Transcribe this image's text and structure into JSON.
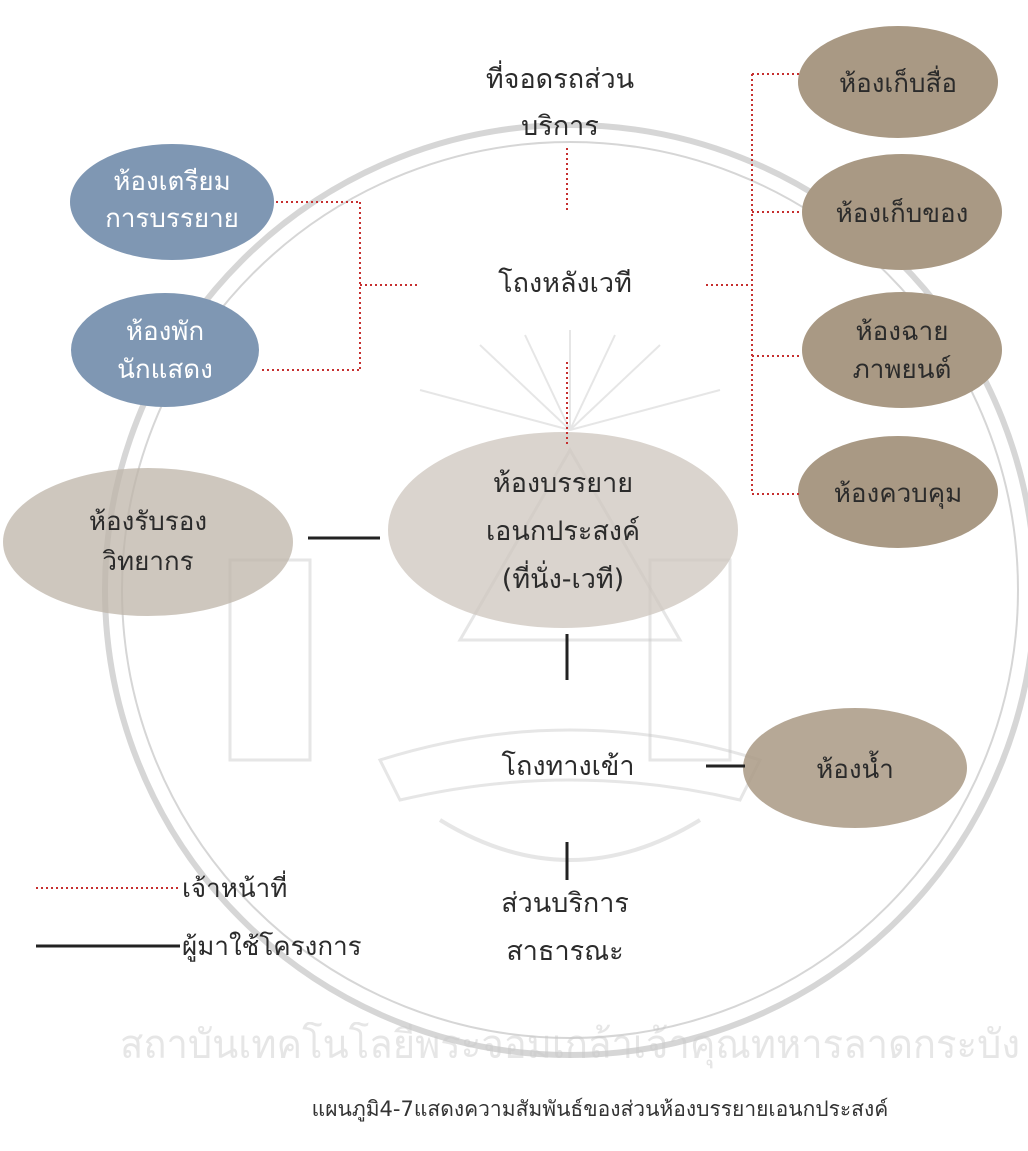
{
  "colors": {
    "blue_oval": "#7f97b3",
    "brown_oval": "#a99984",
    "grey_oval": "#bdb4a8",
    "center_oval": "#cdc6bd",
    "staff_line": "#c62f2f",
    "user_line": "#222222",
    "watermark": "#b5b5b5"
  },
  "nodes": {
    "parking": [
      "ที่จอดรถส่วน",
      "บริการ"
    ],
    "backstage": "โถงหลังเวที",
    "prep_room": [
      "ห้องเตรียม",
      "การบรรยาย"
    ],
    "performer_room": [
      "ห้องพัก",
      "นักแสดง"
    ],
    "media_storage": "ห้องเก็บสื่อ",
    "storage": "ห้องเก็บของ",
    "projection_room": [
      "ห้องฉาย",
      "ภาพยนต์"
    ],
    "control_room": "ห้องควบคุม",
    "speaker_lounge": [
      "ห้องรับรอง",
      "วิทยากร"
    ],
    "main_hall": [
      "ห้องบรรยาย",
      "เอนกประสงค์",
      "(ที่นั่ง-เวที)"
    ],
    "entrance_hall": "โถงทางเข้า",
    "restroom": "ห้องน้ำ",
    "public_service": [
      "ส่วนบริการ",
      "สาธารณะ"
    ]
  },
  "legend": {
    "staff": "เจ้าหน้าที่",
    "users": "ผู้มาใช้โครงการ"
  },
  "caption": "แผนภูมิ4-7แสดงความสัมพันธ์ของส่วนห้องบรรยายเอนกประสงค์",
  "watermark_text": "สถาบันเทคโนโลยีพระจอมเกล้าเจ้าคุณทหารลาดกระบัง"
}
